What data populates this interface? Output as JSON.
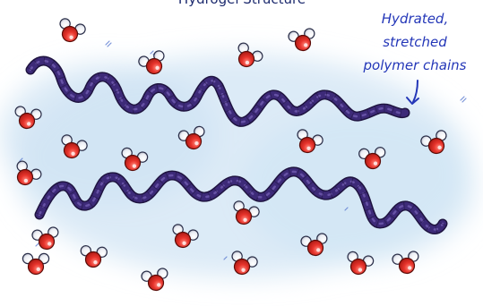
{
  "title": "Hydrogel Structure",
  "annotation": {
    "lines": [
      "Hydrated,",
      "stretched",
      "polymer chains"
    ]
  },
  "colors": {
    "chain": "#3d2a78",
    "chain_highlight": "#6a55aa",
    "oxygen": "#e8342c",
    "hydrogen": "#f4f4f8",
    "water_haze": "#d6e8f6",
    "label": "#2437b8"
  }
}
